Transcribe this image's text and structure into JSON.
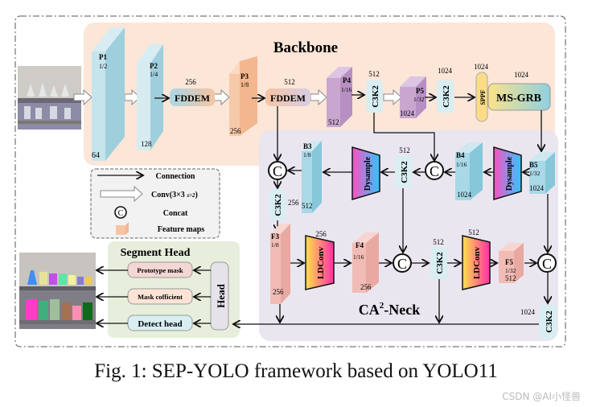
{
  "figure": {
    "caption": "Fig. 1: SEP-YOLO framework based on YOLO11",
    "watermark": "CSDN @AI小怪兽"
  },
  "sections": {
    "backbone_title": "Backbone",
    "neck_title": "CA",
    "neck_title_sup": "2",
    "neck_title_suffix": "-Neck",
    "head_title": "Segment Head"
  },
  "backbone": {
    "p1": {
      "name": "P1",
      "scale": "1/2",
      "channels": "64"
    },
    "p2": {
      "name": "P2",
      "scale": "1/4",
      "channels": "128"
    },
    "fddem1": {
      "label": "FDDEM",
      "channels": "256"
    },
    "p3": {
      "name": "P3",
      "scale": "1/8",
      "channels": "256"
    },
    "fddem2": {
      "label": "FDDEM",
      "channels": "512"
    },
    "p4": {
      "name": "P4",
      "scale": "1/16",
      "channels": "512"
    },
    "c3k2_a": {
      "label": "C3K2",
      "channels": "512"
    },
    "p5": {
      "name": "P5",
      "scale": "1/32",
      "channels": "1024"
    },
    "c3k2_b": {
      "label": "C3K2",
      "channels": "1024"
    },
    "sppf": {
      "label": "SPPF",
      "channels": "1024"
    },
    "msgrb": {
      "label": "MS-GRB",
      "channels": "1024"
    }
  },
  "neck": {
    "b3": {
      "name": "B3",
      "scale": "1/8",
      "channels": "512"
    },
    "b4": {
      "name": "B4",
      "scale": "1/16",
      "channels": "1024"
    },
    "b5": {
      "name": "B5",
      "scale": "1/32",
      "channels": "1024"
    },
    "dysample": "Dysample",
    "c3k2_mid": {
      "label": "C3K2",
      "channels": "512"
    },
    "c3k2_left": {
      "label": "C3K2",
      "channels": "256"
    },
    "f3": {
      "name": "F3",
      "scale": "1/8",
      "channels": "256"
    },
    "ldconv1": {
      "label": "LDConv",
      "channels": "256"
    },
    "f4": {
      "name": "F4",
      "scale": "1/16",
      "channels": "256"
    },
    "c3k2_f": {
      "label": "C3K2",
      "channels": "512"
    },
    "ldconv2": {
      "label": "LDConv",
      "channels": "512"
    },
    "f5": {
      "name": "F5",
      "scale": "1/32",
      "channels": "512"
    },
    "c3k2_out": {
      "label": "C3K2",
      "channels": "1024"
    },
    "concat_symbol": "C"
  },
  "legend": {
    "connection": "Connection",
    "conv": "Conv(3×3 ",
    "conv_sub": "s=2",
    "conv_close": ")",
    "concat": "Concat",
    "feature_maps": "Feature maps"
  },
  "head": {
    "head_label": "Head",
    "prototype_mask": "Prototype mask",
    "mask_coefficient": "Mask cofficient",
    "detect_head": "Detect head"
  },
  "colors": {
    "backbone_bg": "#fbe6d8",
    "neck_bg": "#eae6ef",
    "head_bg": "#e7efdc",
    "blue_map": "#a9d8e6",
    "orange_map": "#f6c4a3",
    "purple_map": "#c9a6cf",
    "pink_map": "#f1bcb6",
    "c3k2_fill": "#d8eef3"
  }
}
